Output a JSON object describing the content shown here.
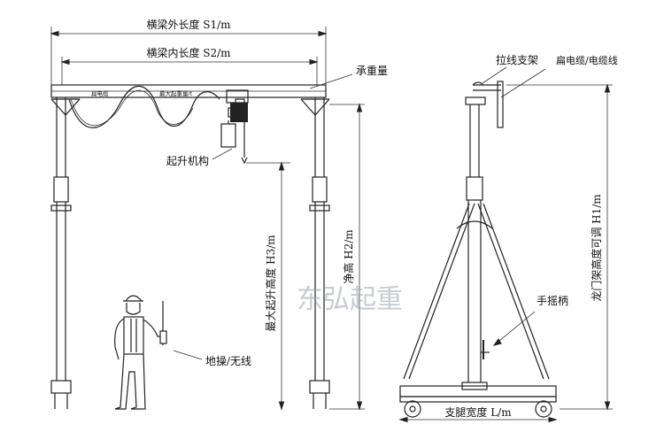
{
  "labels": {
    "outer_length": "横梁外长度 S1/m",
    "inner_length": "横梁内长度 S2/m",
    "beam": "承重量",
    "cable_left": "扁电缆",
    "cable_right": "最大起重量/t",
    "hoist": "起升机构",
    "clear_height": "净高 H2/m",
    "max_lift_height": "最大起升高度 H3/m",
    "ground_control": "地操/无线",
    "cable_support": "拉线支架",
    "cable_type": "扁电缆/电缆线",
    "adjustable_height": "龙门架高度可调 H1/m",
    "hand_crank": "手摇柄",
    "leg_width": "支腿宽度 L/m",
    "watermark": "东弘起重"
  },
  "colors": {
    "line": "#222222",
    "watermark": "#9aa4ad"
  }
}
